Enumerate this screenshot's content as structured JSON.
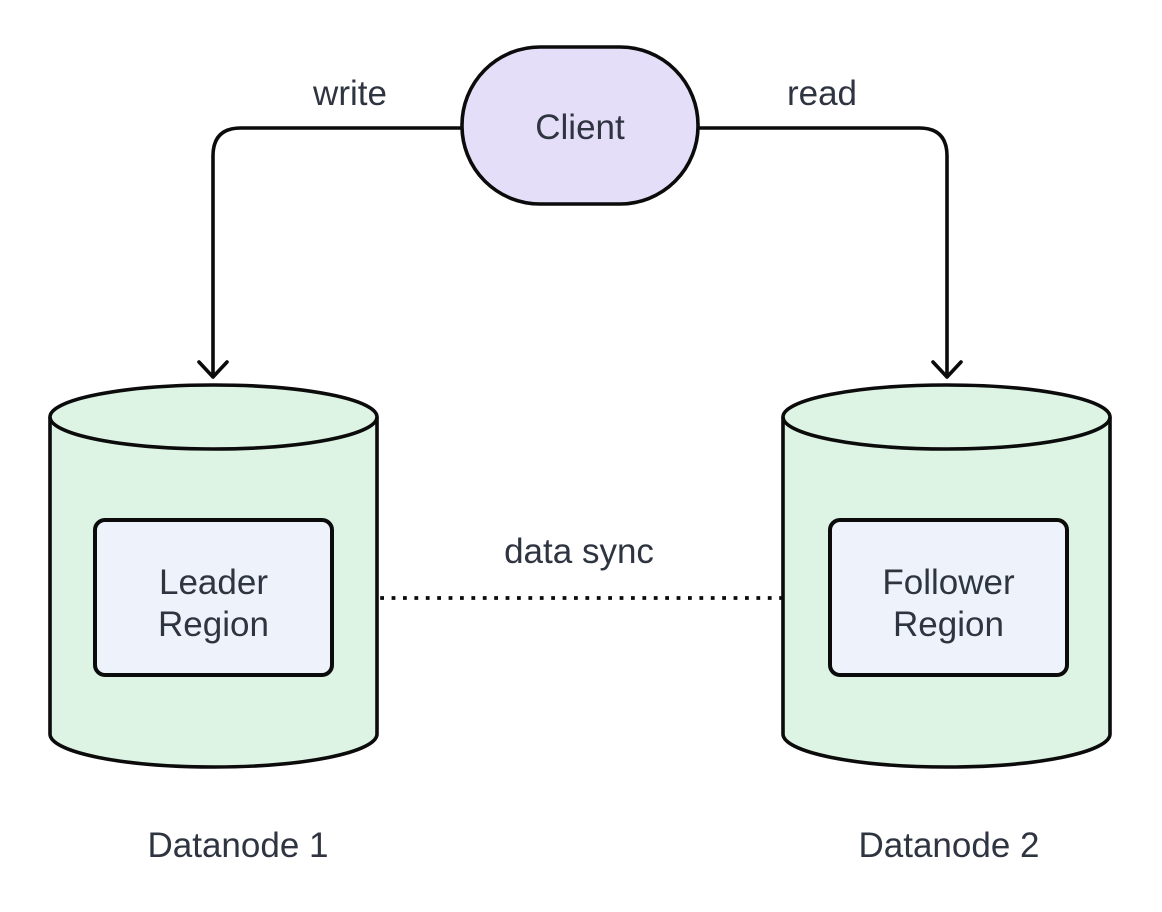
{
  "diagram": {
    "type": "flowchart",
    "background": "#ffffff",
    "colors": {
      "stroke": "#0b0b0b",
      "text": "#2e3440",
      "client_fill": "#e5def8",
      "datanode_fill": "#ddf3e3",
      "region_fill": "#eef2fb"
    },
    "nodes": {
      "client": {
        "label": "Client",
        "shape": "stadium"
      },
      "datanode1": {
        "label": "Datanode 1",
        "shape": "cylinder",
        "region": {
          "line1": "Leader",
          "line2": "Region"
        }
      },
      "datanode2": {
        "label": "Datanode 2",
        "shape": "cylinder",
        "region": {
          "line1": "Follower",
          "line2": "Region"
        }
      }
    },
    "edges": [
      {
        "from": "Client",
        "to": "Datanode 1",
        "label": "write",
        "style": "solid-arrow"
      },
      {
        "from": "Client",
        "to": "Datanode 2",
        "label": "read",
        "style": "solid-arrow"
      },
      {
        "from": "Leader Region",
        "to": "Follower Region",
        "label": "data sync",
        "style": "dotted-arrow"
      }
    ]
  }
}
